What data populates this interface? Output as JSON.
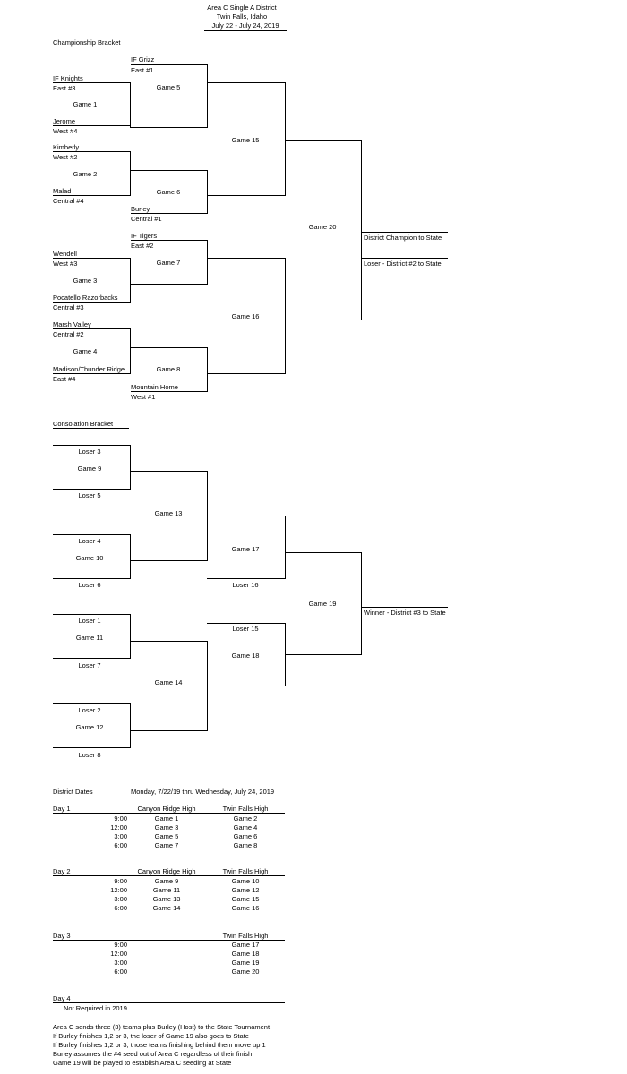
{
  "header": {
    "title": "Area C Single A District",
    "location": "Twin Falls, Idaho",
    "dates": "July 22 - July 24, 2019"
  },
  "championship": {
    "label": "Championship Bracket",
    "teams": {
      "grizz_name": "IF Grizz",
      "grizz_seed": "East #1",
      "knights_name": "IF Knights",
      "knights_seed": "East #3",
      "jerome_name": "Jerome",
      "jerome_seed": "West #4",
      "kimberly_name": "Kimberly",
      "kimberly_seed": "West #2",
      "malad_name": "Malad",
      "malad_seed": "Central #4",
      "burley_name": "Burley",
      "burley_seed": "Central #1",
      "tigers_name": "IF Tigers",
      "tigers_seed": "East #2",
      "wendell_name": "Wendell",
      "wendell_seed": "West #3",
      "pocatello_name": "Pocatello Razorbacks",
      "pocatello_seed": "Central #3",
      "marsh_name": "Marsh Valley",
      "marsh_seed": "Central #2",
      "madison_name": "Madison/Thunder Ridge",
      "madison_seed": "East #4",
      "mountain_name": "Mountain Home",
      "mountain_seed": "West #1"
    },
    "games": {
      "g1": "Game 1",
      "g2": "Game 2",
      "g3": "Game 3",
      "g4": "Game 4",
      "g5": "Game 5",
      "g6": "Game 6",
      "g7": "Game 7",
      "g8": "Game 8",
      "g15": "Game 15",
      "g16": "Game 16",
      "g20": "Game 20"
    },
    "results": {
      "champion": "District Champion to State",
      "runner_up": "Loser - District #2 to State"
    }
  },
  "consolation": {
    "label": "Consolation Bracket",
    "slots": {
      "l3": "Loser 3",
      "l5": "Loser 5",
      "l4": "Loser 4",
      "l6": "Loser 6",
      "l1": "Loser 1",
      "l7": "Loser 7",
      "l2": "Loser 2",
      "l8": "Loser 8",
      "l16": "Loser 16",
      "l15": "Loser 15"
    },
    "games": {
      "g9": "Game 9",
      "g10": "Game 10",
      "g11": "Game 11",
      "g12": "Game 12",
      "g13": "Game 13",
      "g14": "Game 14",
      "g17": "Game 17",
      "g18": "Game 18",
      "g19": "Game 19"
    },
    "result": "Winner - District #3 to State"
  },
  "schedule": {
    "label": "District Dates",
    "range": "Monday, 7/22/19 thru Wednesday, July 24, 2019",
    "day1": {
      "label": "Day 1",
      "venue_a": "Canyon Ridge High",
      "venue_b": "Twin Falls High",
      "rows": [
        {
          "time": "9:00",
          "a": "Game 1",
          "b": "Game 2"
        },
        {
          "time": "12:00",
          "a": "Game 3",
          "b": "Game 4"
        },
        {
          "time": "3:00",
          "a": "Game 5",
          "b": "Game 6"
        },
        {
          "time": "6:00",
          "a": "Game 7",
          "b": "Game 8"
        }
      ]
    },
    "day2": {
      "label": "Day 2",
      "venue_a": "Canyon Ridge High",
      "venue_b": "Twin Falls High",
      "rows": [
        {
          "time": "9:00",
          "a": "Game 9",
          "b": "Game 10"
        },
        {
          "time": "12:00",
          "a": "Game 11",
          "b": "Game 12"
        },
        {
          "time": "3:00",
          "a": "Game 13",
          "b": "Game 15"
        },
        {
          "time": "6:00",
          "a": "Game 14",
          "b": "Game 16"
        }
      ]
    },
    "day3": {
      "label": "Day 3",
      "venue_b": "Twin Falls High",
      "rows": [
        {
          "time": "9:00",
          "b": "Game 17"
        },
        {
          "time": "12:00",
          "b": "Game 18"
        },
        {
          "time": "3:00",
          "b": "Game 19"
        },
        {
          "time": "6:00",
          "b": "Game 20"
        }
      ]
    },
    "day4": {
      "label": "Day 4",
      "note": "Not Required in 2019"
    }
  },
  "notes": [
    "Area C sends three (3) teams plus Burley (Host) to the State Tournament",
    "If Burley finishes 1,2 or 3, the loser of Game 19 also goes to State",
    "If Burley finishes 1,2 or 3, those teams finishing behind them move up 1",
    "Burley assumes the #4 seed out of Area C regardless of their finish",
    "Game 19 will be played to establish Area C seeding at State"
  ]
}
